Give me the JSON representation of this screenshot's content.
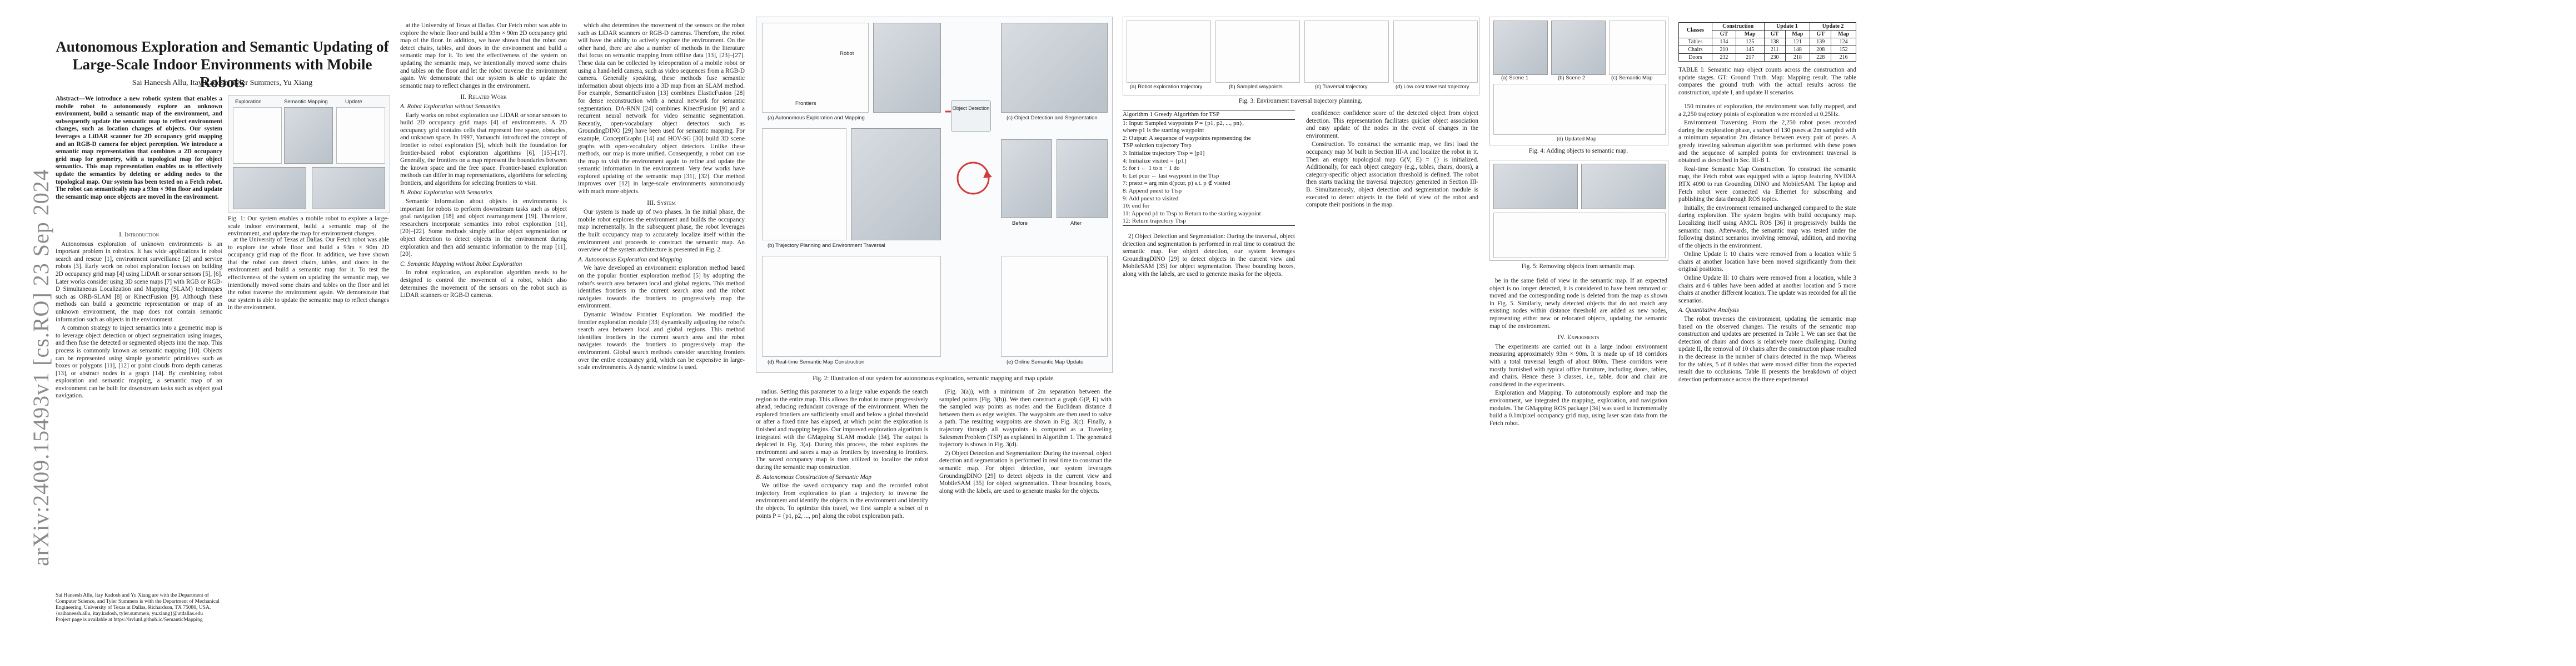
{
  "arxiv_id": "arXiv:2409.15493v1  [cs.RO]  23 Sep 2024",
  "title": "Autonomous Exploration and Semantic Updating of Large-Scale Indoor Environments with Mobile Robots",
  "authors": "Sai Haneesh Allu, Itay Kadosh, Tyler Summers, Yu Xiang",
  "abstract": "Abstract—We introduce a new robotic system that enables a mobile robot to autonomously explore an unknown environment, build a semantic map of the environment, and subsequently update the semantic map to reflect environment changes, such as location changes of objects. Our system leverages a LiDAR scanner for 2D occupancy grid mapping and an RGB-D camera for object perception. We introduce a semantic map representation that combines a 2D occupancy grid map for geometry, with a topological map for object semantics. This map representation enables us to effectively update the semantics by deleting or adding nodes to the topological map. Our system has been tested on a Fetch robot. The robot can semantically map a 93m × 90m floor and update the semantic map once objects are moved in the environment.",
  "fig1_caption": "Fig. 1: Our system enables a mobile robot to explore a large-scale indoor environment, build a semantic map of the environment, and update the map for environment changes.",
  "fig1_labels": [
    "Exploration",
    "Semantic Mapping",
    "Update"
  ],
  "sec1": "I. Introduction",
  "intro_p1": "Autonomous exploration of unknown environments is an important problem in robotics. It has wide applications in robot search and rescue [1], environment surveillance [2] and service robots [3]. Early work on robot exploration focuses on building 2D occupancy grid map [4] using LiDAR or sonar sensors [5], [6]. Later works consider using 3D scene maps [7] with RGB or RGB-D Simultaneous Localization and Mapping (SLAM) techniques such as ORB-SLAM [8] or KinectFusion [9]. Although these methods can build a geometric representation or map of an unknown environment, the map does not contain semantic information such as objects in the environment.",
  "intro_p2": "A common strategy to inject semantics into a geometric map is to leverage object detection or object segmentation using images, and then fuse the detected or segmented objects into the map. This process is commonly known as semantic mapping [10]. Objects can be represented using simple geometric primitives such as boxes or polygons [11], [12] or point clouds from depth cameras [13], or abstract nodes in a graph [14]. By combining robot exploration and semantic mapping, a semantic map of an environment can be built for downstream tasks such as object goal navigation.",
  "footnote": "Sai Haneesh Allu, Itay Kadosh and Yu Xiang are with the Department of Computer Science, and Tyler Summers is with the Department of Mechanical Engineering, University of Texas at Dallas, Richardson, TX 75080, USA. {saihaneesh.allu, itay.kadosh, tyler.summers, yu.xiang}@utdallas.edu",
  "footnote2": "Project page is available at https://irvlutd.github.io/SemanticMapping",
  "col2_p1": "at the University of Texas at Dallas. Our Fetch robot was able to explore the whole floor and build a 93m × 90m 2D occupancy grid map of the floor. In addition, we have shown that the robot can detect chairs, tables, and doors in the environment and build a semantic map for it. To test the effectiveness of the system on updating the semantic map, we intentionally moved some chairs and tables on the floor and let the robot traverse the environment again. We demonstrate that our system is able to update the semantic map to reflect changes in the environment.",
  "sec2": "II. Related Work",
  "sub_a": "A. Robot Exploration without Semantics",
  "col2_p2": "Early works on robot exploration use LiDAR or sonar sensors to build 2D occupancy grid maps [4] of environments. A 2D occupancy grid contains cells that represent free space, obstacles, and unknown space. In 1997, Yamauchi introduced the concept of frontier to robot exploration [5], which built the foundation for frontier-based robot exploration algorithms [6], [15]–[17]. Generally, the frontiers on a map represent the boundaries between the known space and the free space. Frontier-based exploration methods can differ in map representations, algorithms for selecting frontiers, and algorithms for selecting frontiers to visit.",
  "sub_b": "B. Robot Exploration with Semantics",
  "col2_p3": "Semantic information about objects in environments is important for robots to perform downstream tasks such as object goal navigation [18] and object rearrangement [19]. Therefore, researchers incorporate semantics into robot exploration [11], [20]–[22]. Some methods simply utilize object segmentation or object detection to detect objects in the environment during exploration and then add semantic information to the map [11], [20].",
  "sub_c": "C. Semantic Mapping without Robot Exploration",
  "col2_p4": "In robot exploration, an exploration algorithm needs to be designed to control the movement of a robot, which also determines the movement of the sensors on the robot such as LiDAR scanners or RGB-D cameras.",
  "col3_p1": "which also determines the movement of the sensors on the robot such as LiDAR scanners or RGB-D cameras. Therefore, the robot will have the ability to actively explore the environment. On the other hand, there are also a number of methods in the literature that focus on semantic mapping from offline data [13], [23]–[27]. These data can be collected by teleoperation of a mobile robot or using a hand-held camera, such as video sequences from a RGB-D camera. Generally speaking, these methods fuse semantic information about objects into a 3D map from an SLAM method. For example, SemanticFusion [13] combines ElasticFusion [28] for dense reconstruction with a neural network for semantic segmentation. DA-RNN [24] combines KinectFusion [9] and a recurrent neural network for video semantic segmentation. Recently, open-vocabulary object detectors such as GroundingDINO [29] have been used for semantic mapping. For example, ConceptGraphs [14] and HOV-SG [30] build 3D scene graphs with open-vocabulary object detectors. Unlike these methods, our map is more unified. Consequently, a robot can use the map to visit the environment again to refine and update the semantic information in the environment. Very few works have explored updating of the semantic map [31], [32]. Our method improves over [12] in large-scale environments autonomously with much more objects.",
  "sec3": "III. System",
  "col3_p2": "Our system is made up of two phases. In the initial phase, the mobile robot explores the environment and builds the occupancy map incrementally. In the subsequent phase, the robot leverages the built occupancy map to accurately localize itself within the environment and proceeds to construct the semantic map. An overview of the system architecture is presented in Fig. 2.",
  "sub3a": "A. Autonomous Exploration and Mapping",
  "col3_p3": "We have developed an environment exploration method based on the popular frontier exploration method [5] by adopting the robot's search area between local and global regions. This method identifies frontiers in the current search area and the robot navigates towards the frontiers to progressively map the environment.",
  "col3_p4": "Dynamic Window Frontier Exploration. We modified the frontier exploration module [33] dynamically adjusting the robot's search area between local and global regions. This method identifies frontiers in the current search area and the robot navigates towards the frontiers to progressively map the environment. Global search methods consider searching frontiers over the entire occupancy grid, which can be expensive in large-scale environments. A dynamic window is used.",
  "fig2_labels": [
    "(a) Autonomous Exploration and Mapping",
    "(b) Trajectory Planning and Environment Traversal",
    "(c) Object Detection and Segmentation",
    "(d) Real-time Semantic Map Construction",
    "(e) Online Semantic Map Update",
    "Object Detection",
    "Frontiers",
    "Robot",
    "Before",
    "After"
  ],
  "fig2_caption": "Fig. 2: Illustration of our system for autonomous exploration, semantic mapping and map update.",
  "col4_p1": "radius. Setting this parameter to a large value expands the search region to the entire map. This allows the robot to more progressively ahead, reducing redundant coverage of the environment. When the explored frontiers are sufficiently small and below a global threshold or after a fixed time has elapsed, at which point the exploration is finished and mapping begins. Our improved exploration algorithm is integrated with the GMapping SLAM module [34]. The output is depicted in Fig. 3(a). During this process, the robot explores the environment and saves a map as frontiers by traversing to frontiers. The saved occupancy map is then utilized to localize the robot during the semantic map construction.",
  "sub4b": "B. Autonomous Construction of Semantic Map",
  "col4_p2": "We utilize the saved occupancy map and the recorded robot trajectory from exploration to plan a trajectory to traverse the environment and identify the objects in the environment and identify the objects. To optimize this travel, we first sample a subset of n points P = {p1, p2, ..., pn} along the robot exploration path.",
  "col4_p3": "(Fig. 3(a)), with a minimum of 2m separation between the sampled points (Fig. 3(b)). We then construct a graph G(P, E) with the sampled way points as nodes and the Euclidean distance d between them as edge weights. The waypoints are then used to solve a path. The resulting waypoints are shown in Fig. 3(c). Finally, a trajectory through all waypoints is computed as a Traveling Salesmen Problem (TSP) as explained in Algorithm 1. The generated trajectory is shown in Fig. 3(d).",
  "col4_p4": "2) Object Detection and Segmentation: During the traversal, object detection and segmentation is performed in real time to construct the semantic map. For object detection, our system leverages GroundingDINO [29] to detect objects in the current view and MobileSAM [35] for object segmentation. These bounding boxes, along with the labels, are used to generate masks for the objects.",
  "alg_title": "Algorithm 1 Greedy Algorithm for TSP",
  "alg_lines": [
    "1: Input: Sampled waypoints P = {p1, p2, ..., pn},",
    "   where p1 is the starting waypoint",
    "2: Output: A sequence of waypoints representing the",
    "   TSP solution trajectory Ttsp",
    "3: Initialize trajectory Ttsp = [p1]",
    "4: Initialize visited = {p1}",
    "5: for t ← 1 to n − 1 do",
    "6:   Let pcur ← last waypoint in the Ttsp",
    "7:   pnext = arg min d(pcur, p) s.t. p ∉ visited",
    "8:   Append pnext to Ttsp",
    "9:   Add pnext to visited",
    "10: end for",
    "11: Append p1 to Ttsp to Return to the starting waypoint",
    "12: Return trajectory Ttsp"
  ],
  "fig3_labels": [
    "(a) Robot exploration trajectory",
    "(b) Sampled waypoints",
    "(c) Traversal trajectory",
    "(d) Low cost traversal trajectory"
  ],
  "fig3_caption": "Fig. 3: Environment traversal trajectory planning.",
  "col5_p1": "confidence: confidence score of the detected object from object detection. This representation facilitates quicker object association and easy update of the nodes in the event of changes in the environment.",
  "col5_p2": "Construction. To construct the semantic map, we first load the occupancy map M built in Section III-A and localize the robot in it. Then an empty topological map G(V, E) = {} is initialized. Additionally, for each object category (e.g., tables, chairs, doors), a category-specific object association threshold is defined. The robot then starts tracking the traversal trajectory generated in Section III-B. Simultaneously, object detection and segmentation module is executed to detect objects in the field of view of the robot and compute their positions in the map.",
  "col6_fig4_labels": [
    "(a) Scene 1",
    "(b) Scene 2",
    "(c) Semantic Map",
    "(d) Updated Map"
  ],
  "fig4_caption": "Fig. 4: Adding objects to semantic map.",
  "fig5_caption": "Fig. 5: Removing objects from semantic map.",
  "col6_p1": "be in the same field of view in the semantic map. If an expected object is no longer detected, it is considered to have been removed or moved and the corresponding node is deleted from the map as shown in Fig. 5. Similarly, newly detected objects that do not match any existing nodes within distance threshold are added as new nodes, representing either new or relocated objects, updating the semantic map of the environment.",
  "sec4": "IV. Experiments",
  "col6_p2": "The experiments are carried out in a large indoor environment measuring approximately 93m × 90m. It is made up of 18 corridors with a total traversal length of about 800m. These corridors were mostly furnished with typical office furniture, including doors, tables, and chairs. Hence these 3 classes, i.e., table, door and chair are considered in the experiments.",
  "col6_p3": "Exploration and Mapping. To autonomously explore and map the environment, we integrated the mapping, exploration, and navigation modules. The GMapping ROS package [34] was used to incrementally build a 0.1m/pixel occupancy grid map, using laser scan data from the Fetch robot.",
  "table_headers": [
    "Classes",
    "Construction",
    "Update 1",
    "Update 2"
  ],
  "table_sub": [
    "",
    "GT",
    "Map",
    "GT",
    "Map",
    "GT",
    "Map"
  ],
  "table_rows": [
    [
      "Tables",
      "134",
      "125",
      "138",
      "121",
      "139",
      "124"
    ],
    [
      "Chairs",
      "210",
      "145",
      "211",
      "148",
      "208",
      "152"
    ],
    [
      "Doors",
      "232",
      "217",
      "230",
      "218",
      "228",
      "216"
    ]
  ],
  "table_caption": "TABLE I: Semantic map object counts across the construction and update stages. GT: Ground Truth. Map: Mapping result. The table compares the ground truth with the actual results across the construction, update I, and update II scenarios.",
  "col7_p1": "150 minutes of exploration, the environment was fully mapped, and a 2,250 trajectory points of exploration were recorded at 0.25Hz.",
  "col7_p2": "Environment Traversing. From the 2,250 robot poses recorded during the exploration phase, a subset of 130 poses at 2m sampled with a minimum separation 2m distance between every pair of poses. A greedy traveling salesman algorithm was performed with these poses and the sequence of sampled points for environment traversal is obtained as described in Sec. III-B 1.",
  "col7_p3": "Real-time Semantic Map Construction. To construct the semantic map, the Fetch robot was equipped with a laptop featuring NVIDIA RTX 4090 to run Grounding DINO and MobileSAM. The laptop and Fetch robot were connected via Ethernet for subscribing and publishing the data through ROS topics.",
  "col7_p4": "Initially, the environment remained unchanged compared to the state during exploration. The system begins with build occupancy map. Localizing itself using AMCL ROS [36] it progressively builds the semantic map. Afterwards, the semantic map was tested under the following distinct scenarios involving removal, addition, and moving of the objects in the environment.",
  "col7_p5": "Online Update I: 10 chairs were removed from a location while 5 chairs at another location have been moved significantly from their original positions.",
  "col7_p6": "Online Update II: 10 chairs were removed from a location, while 3 chairs and 6 tables have been added at another location and 5 more chairs at another different location. The update was recorded for all the scenarios.",
  "sub7a": "A. Quantitative Analysis",
  "col7_p7": "The robot traverses the environment, updating the semantic map based on the observed changes. The results of the semantic map construction and updates are presented in Table I. We can see that the detection of chairs and doors is relatively more challenging. During update II, the removal of 10 chairs after the construction phase resulted in the decrease in the number of chairs detected in the map. Whereas for the tables, 5 of 8 tables that were moved differ from the expected result due to occlusions. Table II presents the breakdown of object detection performance across the three experimental",
  "colors": {
    "text": "#1a1a1a",
    "arxiv": "#8a8a8a",
    "accent_red": "#d23c3c",
    "accent_blue": "#2c6fb5"
  }
}
